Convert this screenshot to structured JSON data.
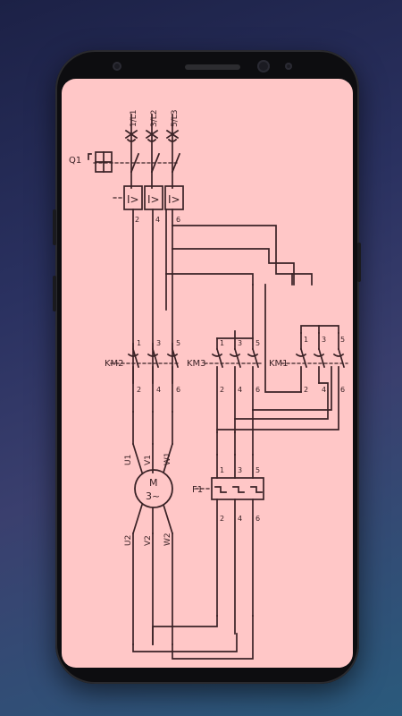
{
  "diagram": {
    "supply_lines": [
      "1/L1",
      "3/L2",
      "5/L3"
    ],
    "breaker_label": "Q1",
    "overcurrent_symbol": "I>",
    "contactors": [
      {
        "name": "KM2",
        "top_terminals": [
          "1",
          "3",
          "5"
        ],
        "bottom_terminals": [
          "2",
          "4",
          "6"
        ]
      },
      {
        "name": "KM3",
        "top_terminals": [
          "1",
          "3",
          "5"
        ],
        "bottom_terminals": [
          "2",
          "4",
          "6"
        ]
      },
      {
        "name": "KM1",
        "top_terminals": [
          "1",
          "3",
          "5"
        ],
        "bottom_terminals": [
          "2",
          "4",
          "6"
        ]
      }
    ],
    "breaker_bottom_terminals": [
      "2",
      "4",
      "6"
    ],
    "motor": {
      "label": "M",
      "phase_label": "3~",
      "top_terminals": [
        "U1",
        "V1",
        "W1"
      ],
      "bottom_terminals": [
        "U2",
        "V2",
        "W2"
      ]
    },
    "relay": {
      "name": "F1",
      "top_terminals": [
        "1",
        "3",
        "5"
      ],
      "bottom_terminals": [
        "2",
        "4",
        "6"
      ]
    }
  }
}
